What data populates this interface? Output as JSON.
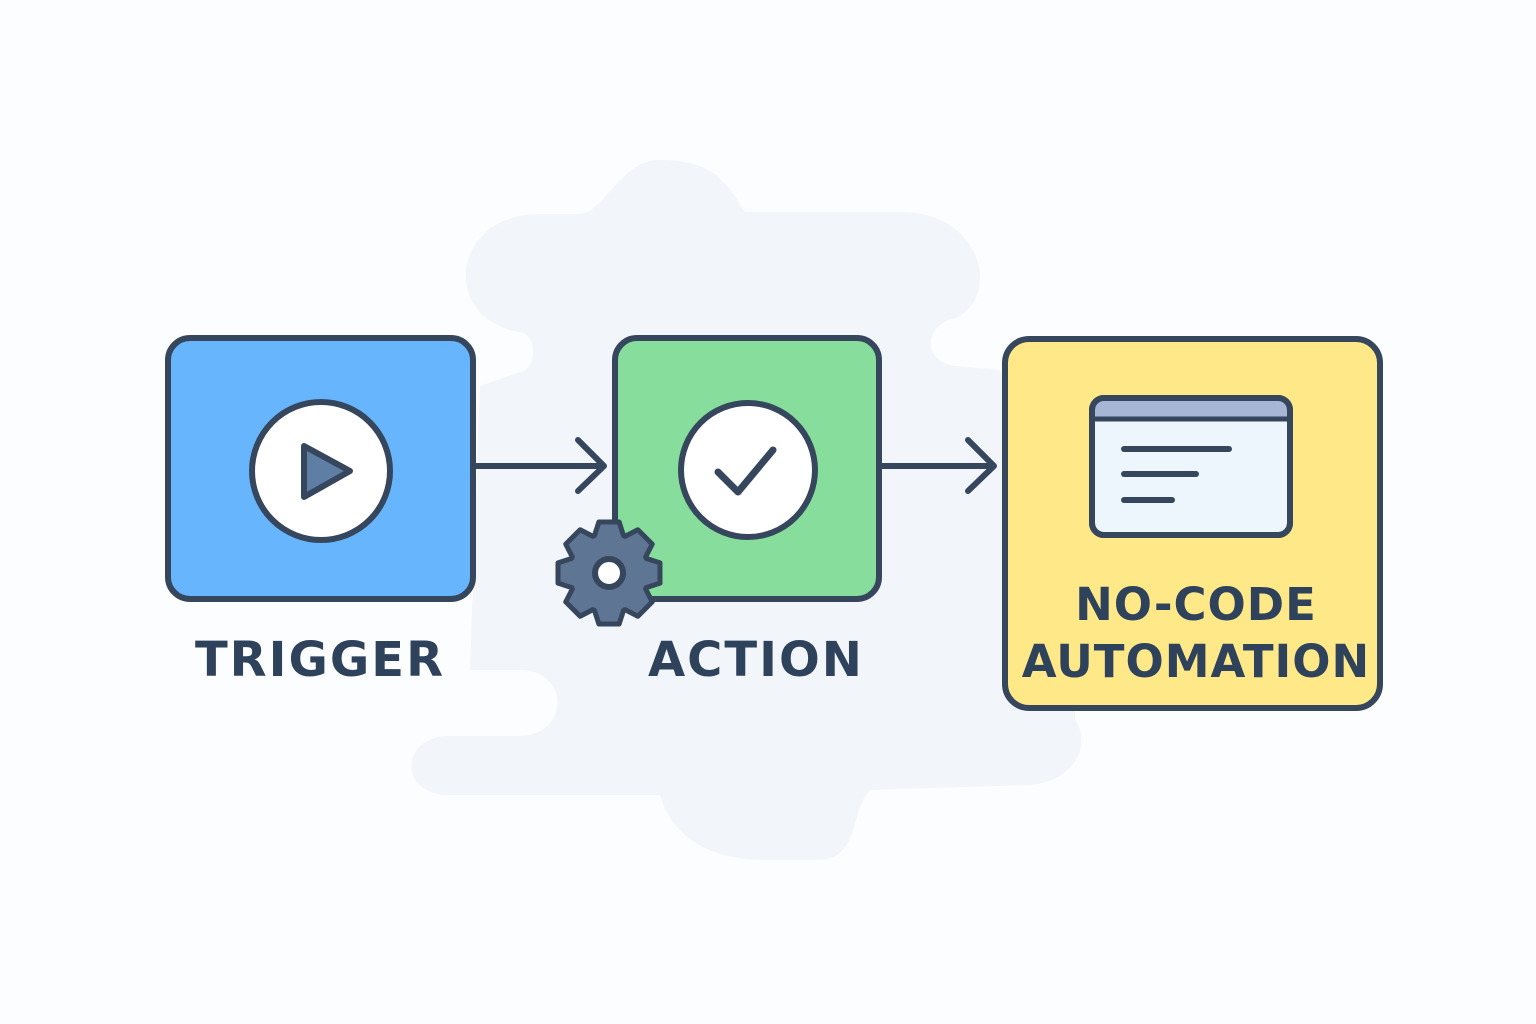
{
  "nodes": [
    {
      "id": "trigger",
      "label": "TRIGGER",
      "icon": "play-icon",
      "fill": "#66b5fd"
    },
    {
      "id": "action",
      "label": "ACTION",
      "icon": "check-icon",
      "badge_icon": "gear-icon",
      "fill": "#87dd9b"
    },
    {
      "id": "result",
      "label_lines": [
        "NO-CODE",
        "AUTOMATION"
      ],
      "icon": "browser-window-icon",
      "fill": "#fee888"
    }
  ],
  "edges": [
    {
      "from": "trigger",
      "to": "action"
    },
    {
      "from": "action",
      "to": "result"
    }
  ],
  "colors": {
    "outline": "#36465d",
    "text": "#2f425c",
    "cloud": "#f2f5f9",
    "icon_fill": "#ffffff",
    "play_fill": "#5f7ea3",
    "gear_fill": "#5f7594",
    "window_bar": "#a7b6d4",
    "window_body": "#eef6fd"
  }
}
